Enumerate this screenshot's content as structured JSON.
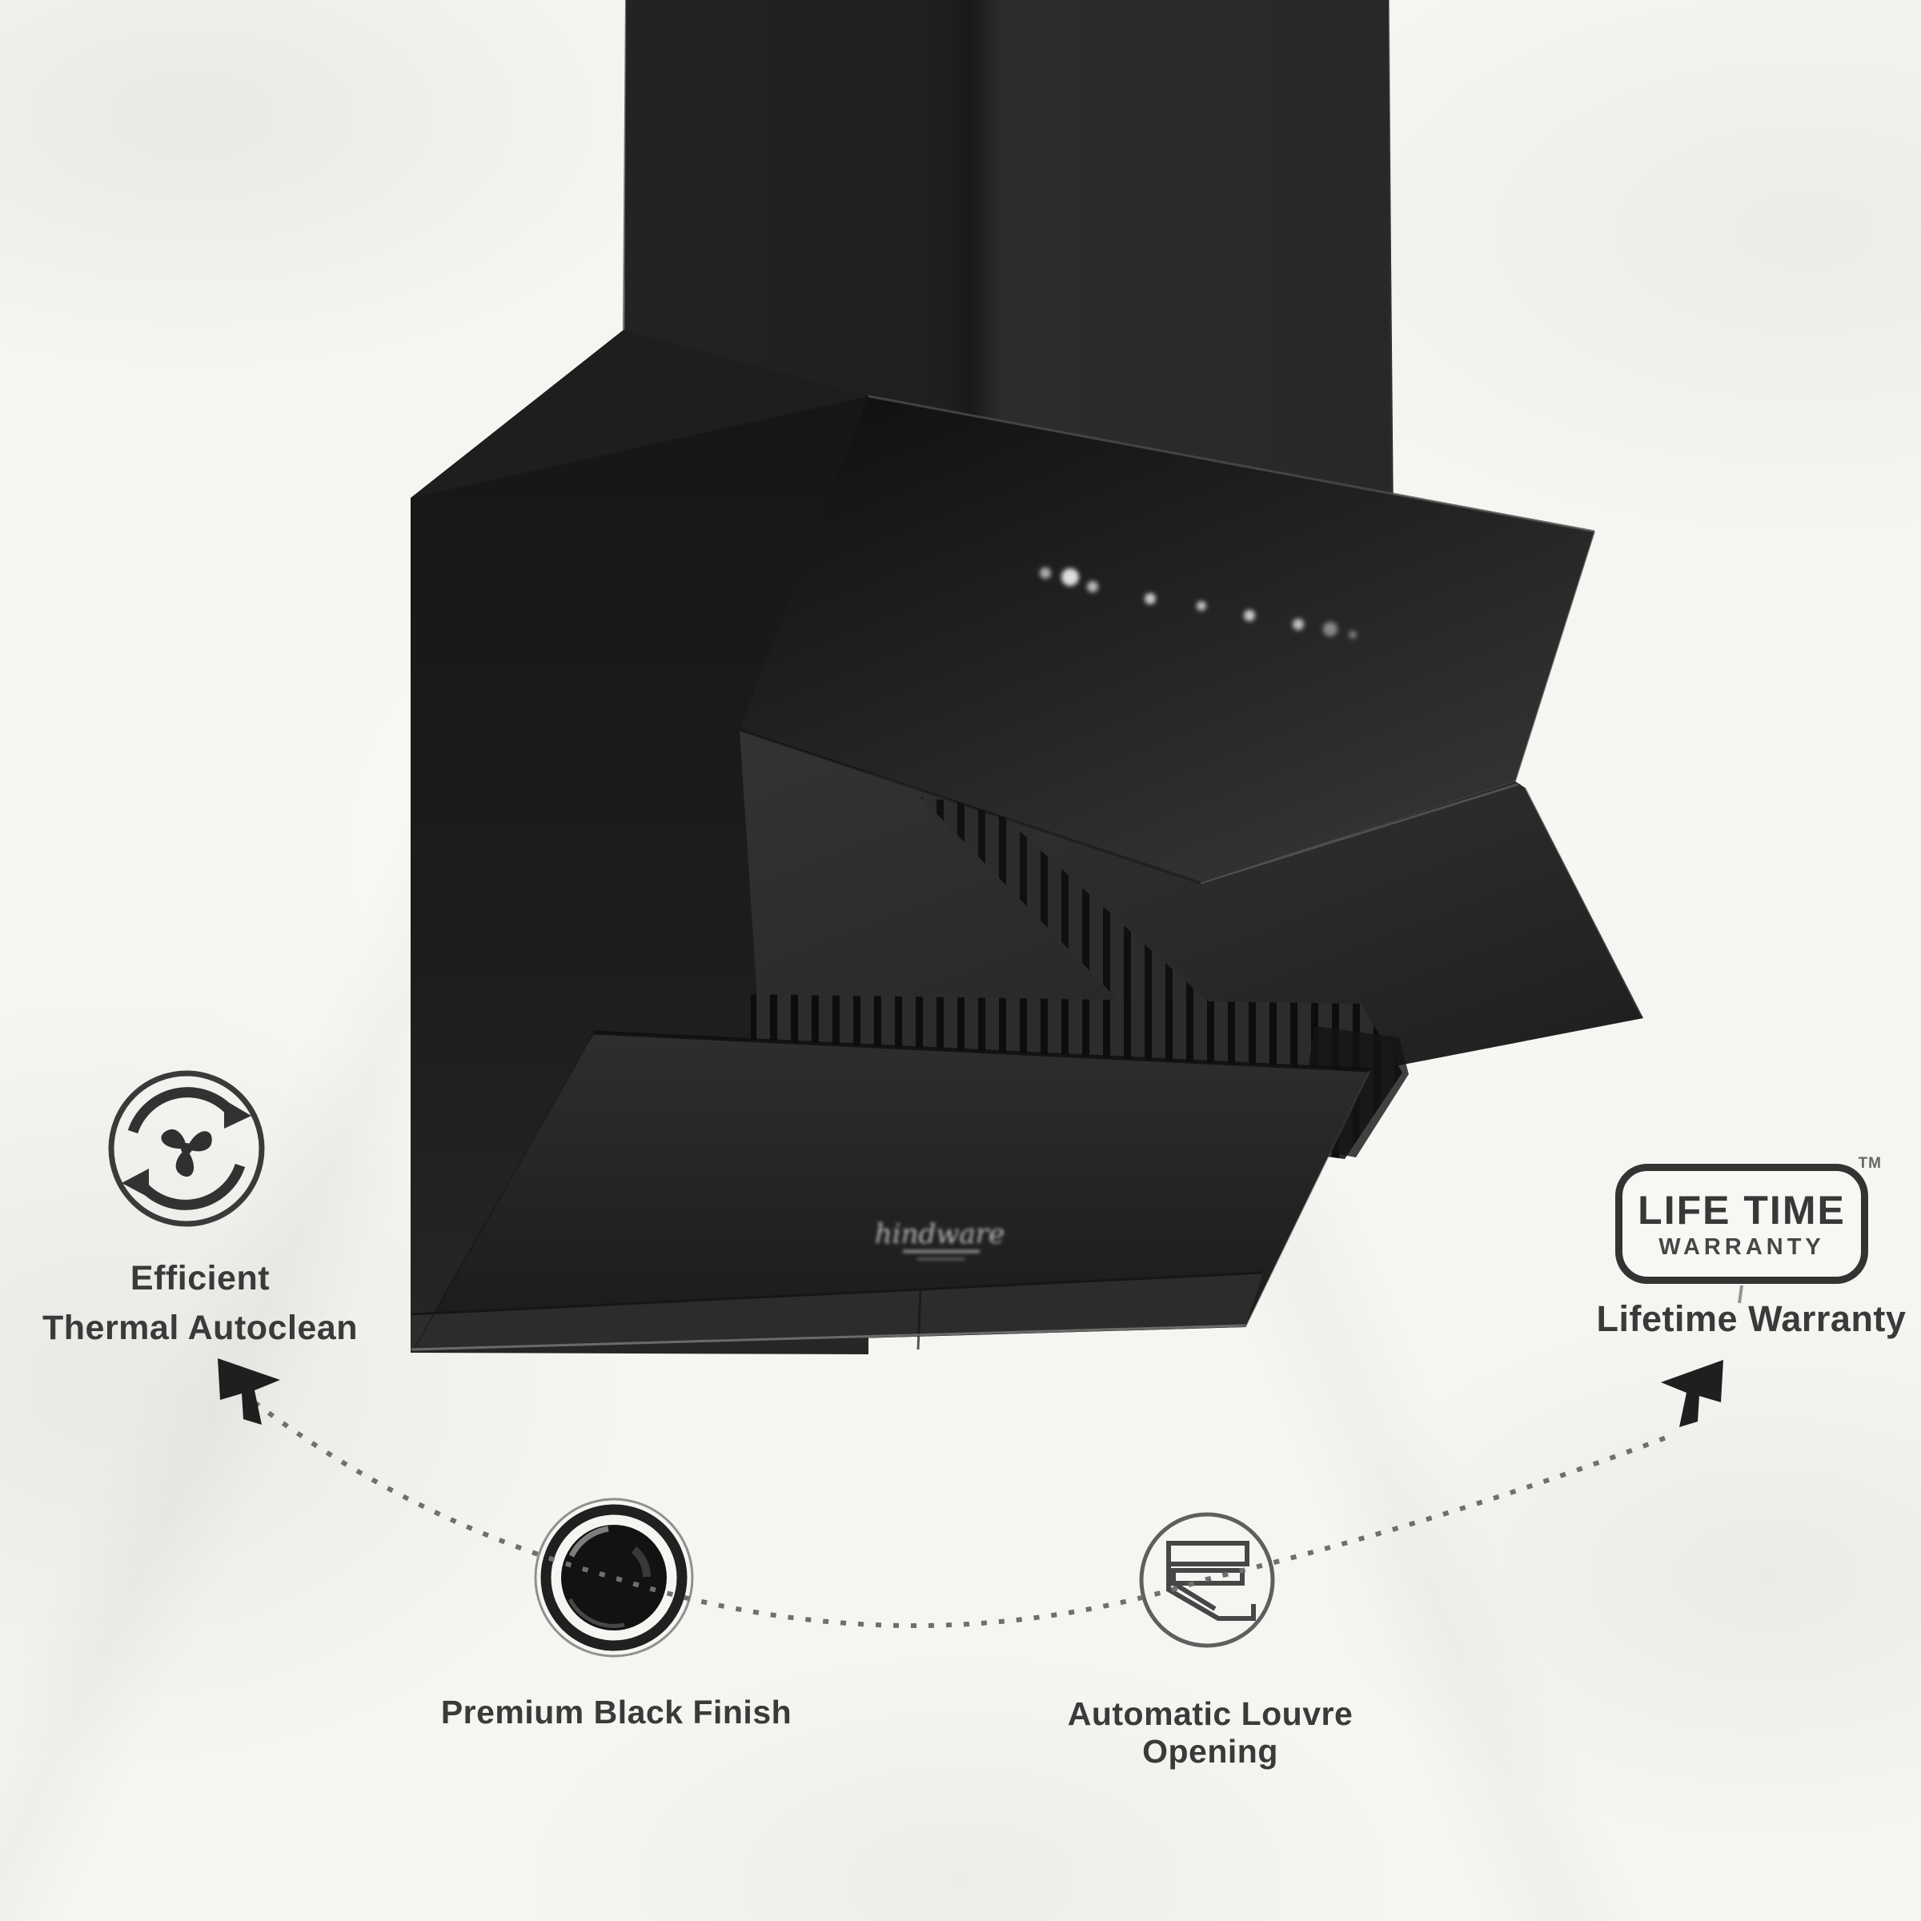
{
  "brand": {
    "logo_text": "hindware"
  },
  "features": {
    "autoclean": {
      "line1": "Efficient",
      "line2": "Thermal Autoclean"
    },
    "warranty": {
      "badge_line1": "LIFE TIME",
      "badge_line2": "WARRANTY",
      "trademark": "TM",
      "label": "Lifetime Warranty"
    },
    "finish": {
      "label": "Premium Black Finish"
    },
    "louvre": {
      "label": "Automatic Louvre Opening"
    }
  },
  "colors": {
    "background": "#f6f5f1",
    "product_black": "#1e1e1e",
    "text": "#3a3a3a",
    "badge_border": "#333333",
    "dash_gray": "#6f6f6f",
    "control_dot": "#e9e9e9"
  }
}
